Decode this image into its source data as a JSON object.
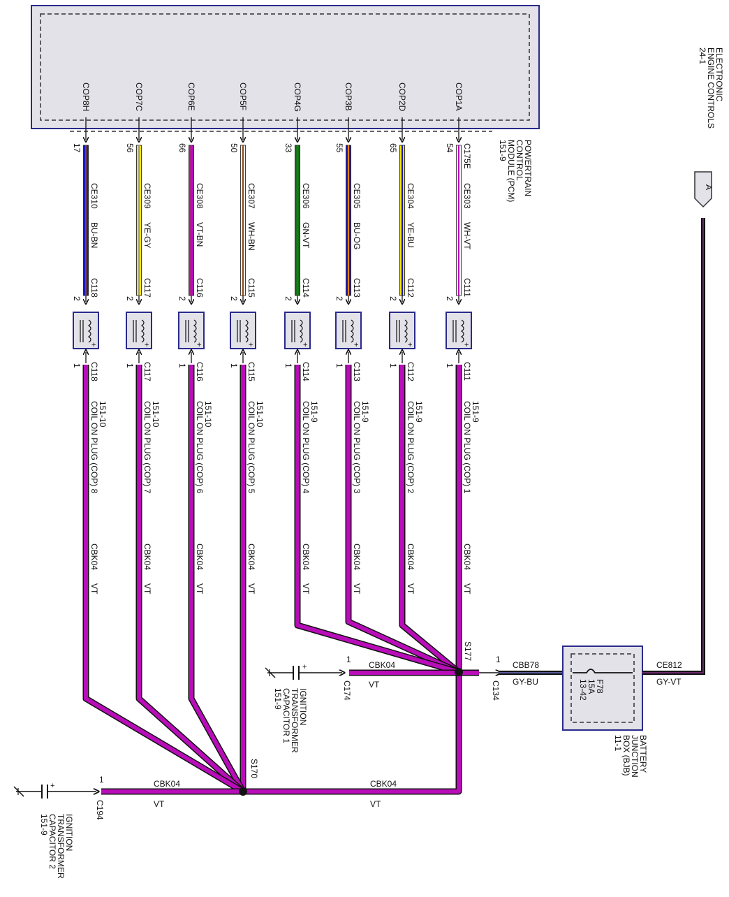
{
  "colors": {
    "violet": "#b80db8",
    "module_fill": "#e2e2e8",
    "module_border": "#2a2a8c",
    "black": "#111111"
  },
  "pcm": {
    "label_lines": [
      "POWERTRAIN",
      "CONTROL",
      "MODULE (PCM)",
      "151-9"
    ],
    "icon": "module-box"
  },
  "engine_controls": {
    "label_lines": [
      "ELECTRONIC",
      "ENGINE CONTROLS",
      "24-1"
    ],
    "connector": "A"
  },
  "channels": [
    {
      "pin_name": "COP1A",
      "pcm_pin": "54",
      "pcm_conn": "C175E",
      "circuit": "CE303",
      "wire_color": "WH-VT",
      "colors": [
        "#ffffff",
        "#b80db8"
      ],
      "conn": "C111",
      "coil": "COIL ON PLUG (COP) 1",
      "page": "151-9"
    },
    {
      "pin_name": "COP2D",
      "pcm_pin": "65",
      "pcm_conn": "",
      "circuit": "CE304",
      "wire_color": "YE-BU",
      "colors": [
        "#f2e600",
        "#1a1ab8"
      ],
      "conn": "C112",
      "coil": "COIL ON PLUG (COP) 2",
      "page": "151-9"
    },
    {
      "pin_name": "COP3B",
      "pcm_pin": "55",
      "pcm_conn": "",
      "circuit": "CE305",
      "wire_color": "BU-OG",
      "colors": [
        "#1a1ab8",
        "#f08000"
      ],
      "conn": "C113",
      "coil": "COIL ON PLUG (COP) 3",
      "page": "151-9"
    },
    {
      "pin_name": "COP4G",
      "pcm_pin": "33",
      "pcm_conn": "",
      "circuit": "CE306",
      "wire_color": "GN-VT",
      "colors": [
        "#0a7a0a",
        "#b80db8"
      ],
      "conn": "C114",
      "coil": "COIL ON PLUG (COP) 4",
      "page": "151-9"
    },
    {
      "pin_name": "COP5F",
      "pcm_pin": "50",
      "pcm_conn": "",
      "circuit": "CE307",
      "wire_color": "WH-BN",
      "colors": [
        "#ffffff",
        "#8b4513"
      ],
      "conn": "C115",
      "coil": "COIL ON PLUG (COP) 5",
      "page": "151-10"
    },
    {
      "pin_name": "COP6E",
      "pcm_pin": "66",
      "pcm_conn": "",
      "circuit": "CE308",
      "wire_color": "VT-BN",
      "colors": [
        "#b80db8",
        "#8b4513"
      ],
      "conn": "C116",
      "coil": "COIL ON PLUG (COP) 6",
      "page": "151-10"
    },
    {
      "pin_name": "COP7C",
      "pcm_pin": "56",
      "pcm_conn": "",
      "circuit": "CE309",
      "wire_color": "YE-GY",
      "colors": [
        "#f2e600",
        "#9a9a9a"
      ],
      "conn": "C117",
      "coil": "COIL ON PLUG (COP) 7",
      "page": "151-10"
    },
    {
      "pin_name": "COP8H",
      "pcm_pin": "17",
      "pcm_conn": "",
      "circuit": "CE310",
      "wire_color": "BU-BN",
      "colors": [
        "#1a1ab8",
        "#8b4513"
      ],
      "conn": "C118",
      "coil": "COIL ON PLUG (COP) 8",
      "page": "151-10"
    }
  ],
  "coil_pins": {
    "upper": "2",
    "lower": "1"
  },
  "common": {
    "circuit": "CBK04",
    "color": "VT"
  },
  "splices": {
    "s177": "S177",
    "s170": "S170"
  },
  "cap1": {
    "conn": "C174",
    "pin": "1",
    "circuit": "CBK04",
    "color": "VT",
    "label_lines": [
      "IGNITION",
      "TRANSFORMER",
      "CAPACITOR 1",
      "151-9"
    ]
  },
  "cap2": {
    "conn": "C194",
    "pin": "1",
    "circuit": "CBK04",
    "color": "VT",
    "label_lines": [
      "IGNITION",
      "TRANSFORMER",
      "CAPACITOR 2",
      "151-9"
    ]
  },
  "c134": {
    "conn": "C134",
    "pin": "1"
  },
  "cbb78": {
    "circuit": "CBB78",
    "color": "GY-BU"
  },
  "ce812": {
    "circuit": "CE812",
    "color": "GY-VT"
  },
  "bjb": {
    "label_lines": [
      "BATTERY",
      "JUNCTION",
      "BOX (BJB)",
      "11-1"
    ],
    "fuse": "F78",
    "rating": "15A",
    "page": "13-42"
  },
  "s170_link": {
    "circuit": "CBK04",
    "color": "VT"
  }
}
